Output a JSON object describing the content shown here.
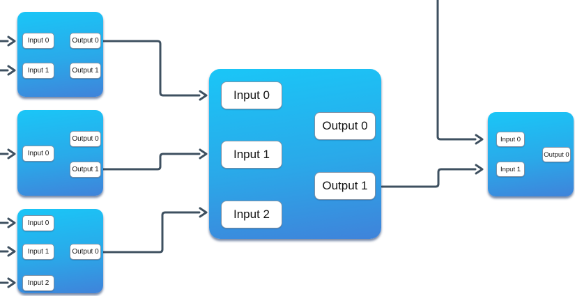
{
  "diagram": {
    "connector_color": "#3e5060",
    "node_fill_top": "#1ac6f7",
    "node_fill_bottom": "#3f83da",
    "chip_fill": "#ffffff",
    "chip_border": "#7f92a6",
    "nodes": [
      {
        "name": "source-node-1",
        "inputs": [
          "Input 0",
          "Input 1"
        ],
        "outputs": [
          "Output 0",
          "Output 1"
        ]
      },
      {
        "name": "source-node-2",
        "inputs": [
          "Input 0"
        ],
        "outputs": [
          "Output 0",
          "Output 1"
        ]
      },
      {
        "name": "source-node-3",
        "inputs": [
          "Input 0",
          "Input 1",
          "Input 2"
        ],
        "outputs": [
          "Output 0"
        ]
      },
      {
        "name": "central-node",
        "inputs": [
          "Input 0",
          "Input 1",
          "Input 2"
        ],
        "outputs": [
          "Output 0",
          "Output 1"
        ]
      },
      {
        "name": "sink-node",
        "inputs": [
          "Input 0",
          "Input 1"
        ],
        "outputs": [
          "Output 0"
        ]
      }
    ]
  }
}
